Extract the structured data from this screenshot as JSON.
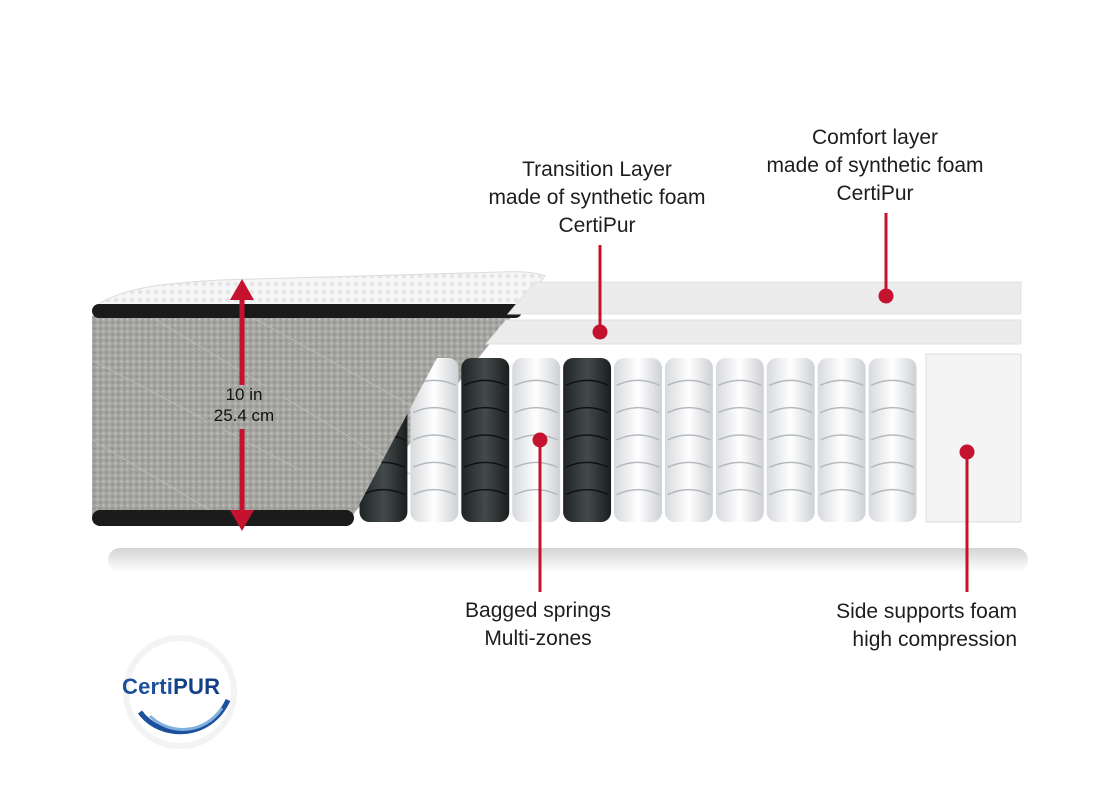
{
  "labels": {
    "comfort_layer": [
      "Comfort layer",
      "made of synthetic foam",
      "CertiPur"
    ],
    "transition_layer": [
      "Transition Layer",
      "made of synthetic foam",
      "CertiPur"
    ],
    "bagged_springs": [
      "Bagged springs",
      "Multi-zones"
    ],
    "side_supports": [
      "Side supports foam",
      "high compression"
    ],
    "height": [
      "10 in",
      "25.4 cm"
    ]
  },
  "logo": {
    "part1": "Certi",
    "part2": "PUR"
  },
  "colors": {
    "accent": "#c4122f",
    "logo_blue": "#1c4f9c",
    "quilted_fabric": "#a3a39f",
    "foam_layer": "#ececec",
    "edge_band": "#1b1b1b"
  },
  "springs": {
    "tones": [
      "dark",
      "light",
      "dark",
      "light",
      "dark",
      "light",
      "light",
      "light",
      "light",
      "light",
      "light"
    ]
  }
}
